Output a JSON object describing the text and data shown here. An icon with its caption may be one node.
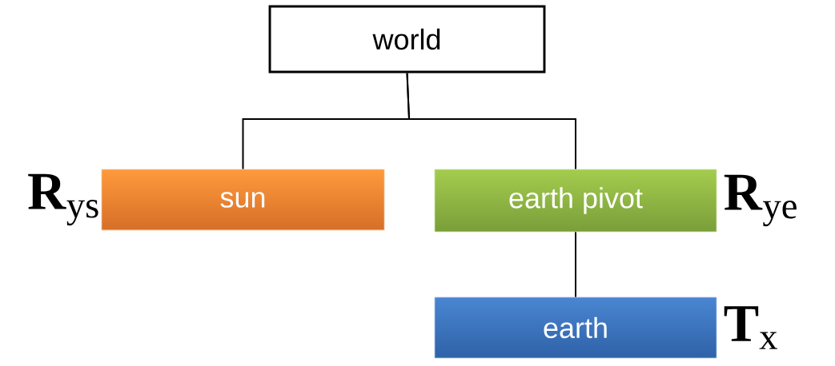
{
  "diagram": {
    "nodes": [
      {
        "text": [
          "world"
        ]
      },
      {
        "text": [
          "sun"
        ],
        "beside": [
          "**R**$_{ys}$"
        ]
      },
      {
        "text": [
          "earth pivot"
        ],
        "beside": [
          "**R**$_{ye}$"
        ]
      },
      {
        "text": [
          "earth"
        ],
        "beside": [
          "**T**$_{x}$"
        ]
      }
    ],
    "edges": [
      {
        "from": 0,
        "to": 1,
        "arrow": "none"
      },
      {
        "from": 0,
        "to": 2,
        "arrow": "none"
      },
      {
        "from": 2,
        "to": 3,
        "arrow": "none"
      }
    ]
  }
}
